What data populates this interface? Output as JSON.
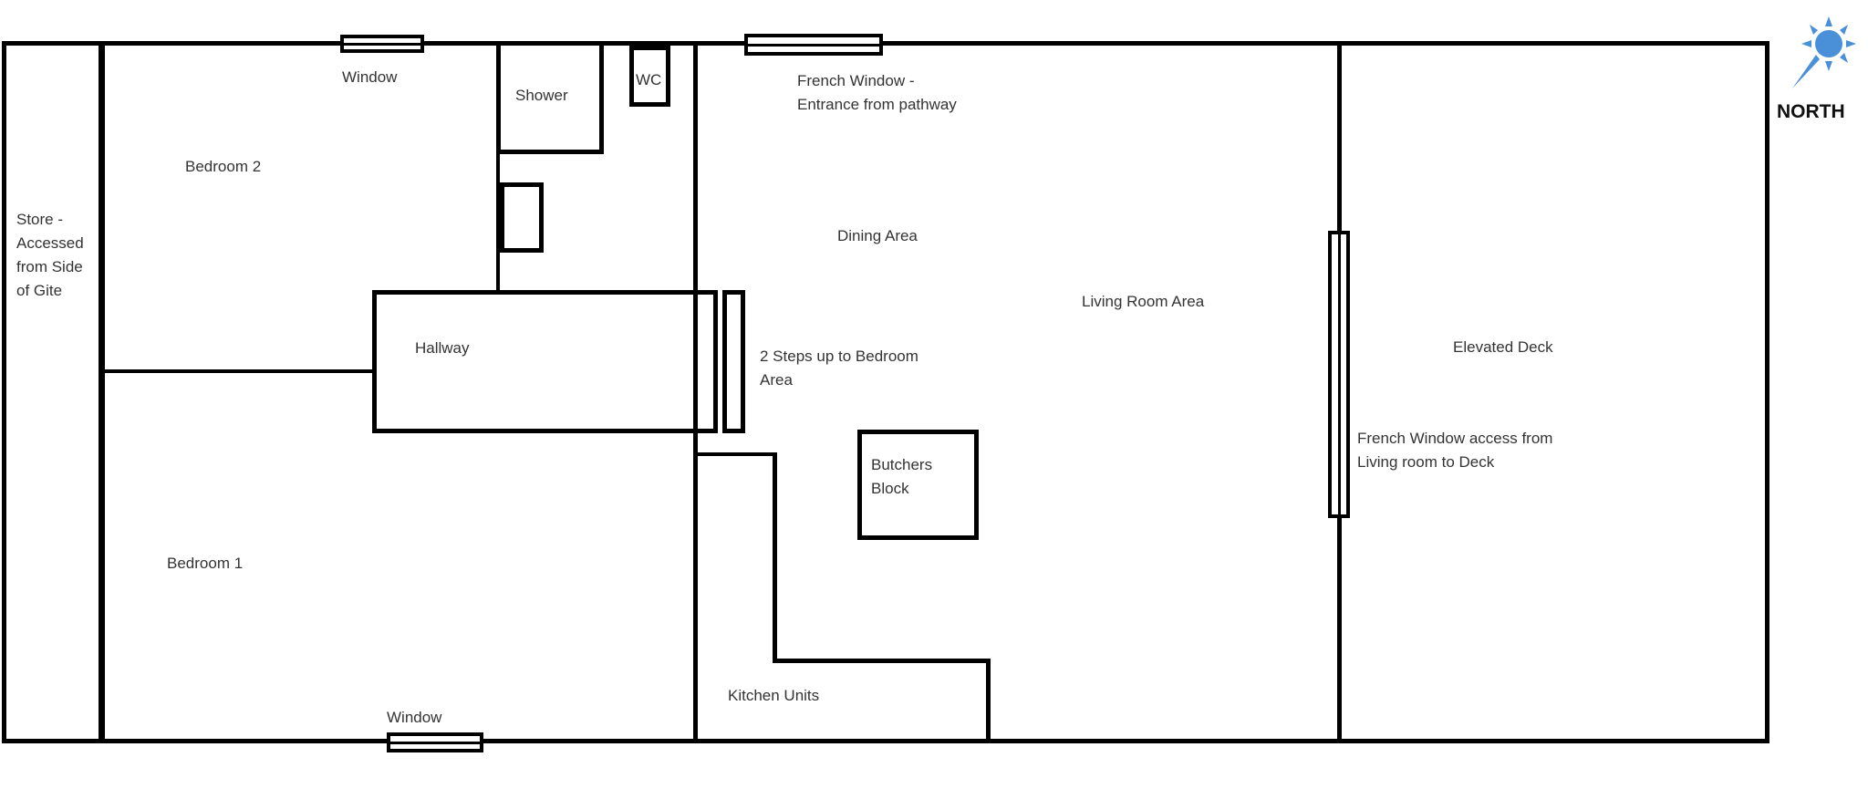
{
  "plan": {
    "compass": {
      "label": "NORTH",
      "icon": "sun-icon",
      "color": "#4a90d9"
    },
    "rooms": {
      "store": "Store -\nAccessed\nfrom Side\nof Gite",
      "bedroom2": "Bedroom 2",
      "bedroom1": "Bedroom 1",
      "hallway": "Hallway",
      "shower": "Shower",
      "wc": "WC",
      "dining": "Dining Area",
      "living": "Living Room Area",
      "deck": "Elevated Deck",
      "kitchen": "Kitchen Units",
      "butchers": "Butchers\nBlock"
    },
    "features": {
      "window_top": "Window",
      "window_bottom": "Window",
      "french_window_entrance": "French Window -\nEntrance from pathway",
      "steps": "2 Steps up to Bedroom\nArea",
      "french_window_deck": "French Window access from\nLiving room to Deck"
    }
  }
}
